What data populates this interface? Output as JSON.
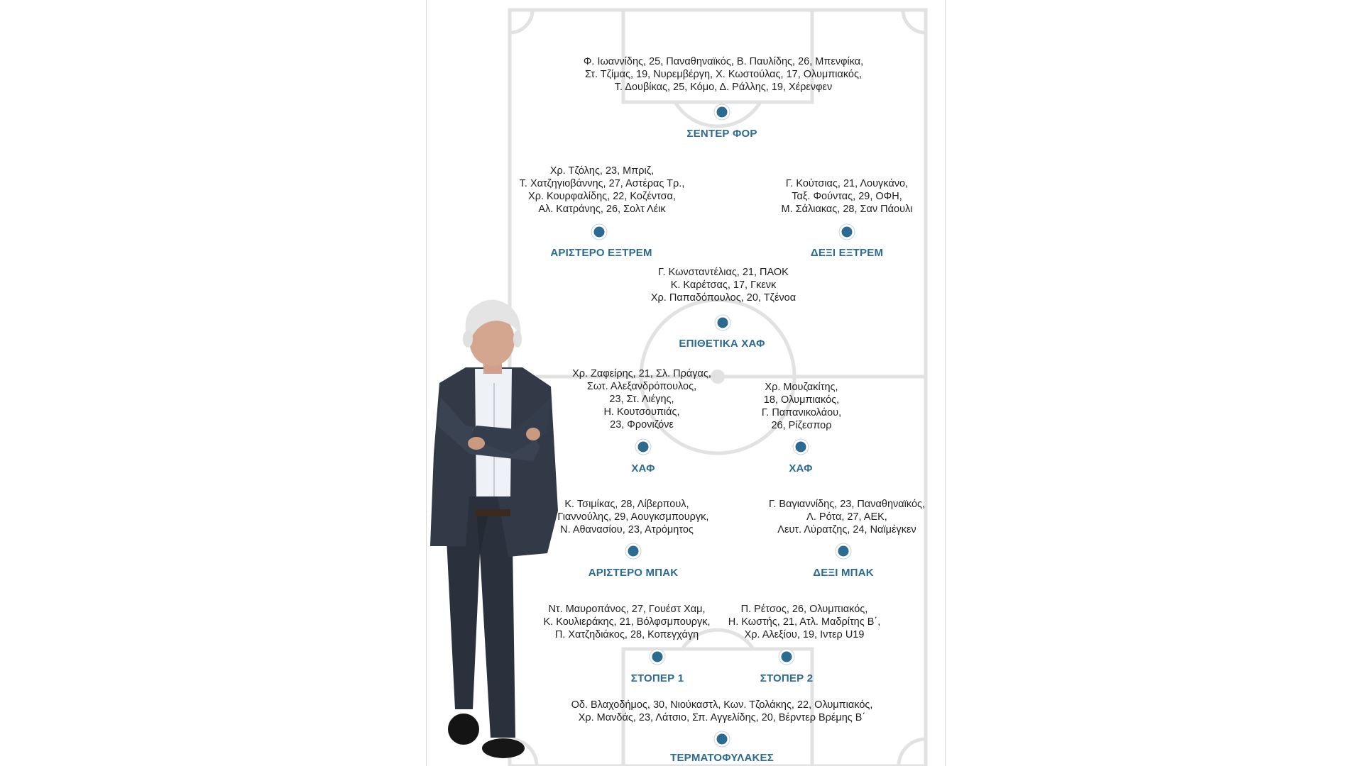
{
  "positions": [
    {
      "id": "center-forward",
      "label": "ΣΕΝΤΕΡ ΦΟΡ",
      "players": [
        "Φ. Ιωαννίδης, 25, Παναθηναϊκός, Β. Παυλίδης, 26, Μπενφίκα,",
        "Στ. Τζίμας, 19, Νυρεμβέργη, Χ. Κωστούλας, 17, Ολυμπιακός,",
        "Τ. Δουβίκας, 25, Κόμο, Δ. Ράλλης, 19, Χέρενφεν"
      ]
    },
    {
      "id": "left-winger",
      "label": "ΑΡΙΣΤΕΡΟ ΕΞΤΡΕΜ",
      "players": [
        "Χρ. Τζόλης, 23, Μπριζ,",
        "Τ. Χατζηγιοβάννης, 27, Αστέρας Τρ.,",
        "Χρ. Κουρφαλίδης, 22, Κοζέντσα,",
        "Αλ. Κατράνης, 26, Σολτ Λέικ"
      ]
    },
    {
      "id": "right-winger",
      "label": "ΔΕΞΙ ΕΞΤΡΕΜ",
      "players": [
        "Γ. Κούτσιας, 21, Λουγκάνο,",
        "Ταξ. Φούντας, 29, ΟΦΗ,",
        "Μ. Σάλιακας, 28, Σαν Πάουλι"
      ]
    },
    {
      "id": "attacking-mid",
      "label": "ΕΠΙΘΕΤΙΚΑ ΧΑΦ",
      "players": [
        "Γ. Κωνσταντέλιας, 21, ΠΑΟΚ",
        "Κ. Καρέτσας, 17, Γκενκ",
        "Χρ. Παπαδόπουλος, 20, Τζένοα"
      ]
    },
    {
      "id": "mid-left",
      "label": "ΧΑΦ",
      "players": [
        "Χρ. Ζαφείρης, 21, Σλ. Πράγας,",
        "Σωτ. Αλεξανδρόπουλος,",
        "23, Στ. Λιέγης,",
        "Η. Κουτσουπιάς,",
        "23, Φρονιζόνε"
      ]
    },
    {
      "id": "mid-right",
      "label": "ΧΑΦ",
      "players": [
        "Χρ. Μουζακίτης,",
        "18, Ολυμπιακός,",
        "Γ. Παπανικολάου,",
        "26, Ρίζεσπορ"
      ]
    },
    {
      "id": "left-back",
      "label": "ΑΡΙΣΤΕΡΟ ΜΠΑΚ",
      "players": [
        "Κ. Τσιμίκας, 28, Λίβερπουλ,",
        "Δ. Γιαννούλης, 29, Αουγκσμπουργκ,",
        "Ν. Αθανασίου, 23, Ατρόμητος"
      ]
    },
    {
      "id": "right-back",
      "label": "ΔΕΞΙ ΜΠΑΚ",
      "players": [
        "Γ. Βαγιαννίδης, 23, Παναθηναϊκός,",
        "Λ. Ρότα, 27, ΑΕΚ,",
        "Λευτ. Λύρατζης, 24, Ναϊμέγκεν"
      ]
    },
    {
      "id": "stopper-1",
      "label": "ΣΤΟΠΕΡ 1",
      "players": [
        "Ντ. Μαυροπάνος, 27, Γουέστ Χαμ,",
        "Κ. Κουλιεράκης, 21, Βόλφσμπουργκ,",
        "Π. Χατζηδιάκος, 28, Κοπεγχάγη"
      ]
    },
    {
      "id": "stopper-2",
      "label": "ΣΤΟΠΕΡ 2",
      "players": [
        "Π. Ρέτσος, 26, Ολυμπιακός,",
        "Η. Κωστής, 21, Ατλ. Μαδρίτης Β΄,",
        "Χρ. Αλεξίου, 19, Ιντερ U19"
      ]
    },
    {
      "id": "goalkeepers",
      "label": "ΤΕΡΜΑΤΟΦΥΛΑΚΕΣ",
      "players": [
        "Οδ. Βλαχοδήμος, 30, Νιούκαστλ, Κων. Τζολάκης, 22, Ολυμπιακός,",
        "Χρ. Μανδάς, 23, Λάτσιο, Σπ. Αγγελίδης, 20, Βέρντερ Βρέμης Β΄"
      ]
    }
  ],
  "colors": {
    "accent": "#2b6a91",
    "pitch_lines": "#e2e2e2",
    "text": "#1e1e1e"
  }
}
